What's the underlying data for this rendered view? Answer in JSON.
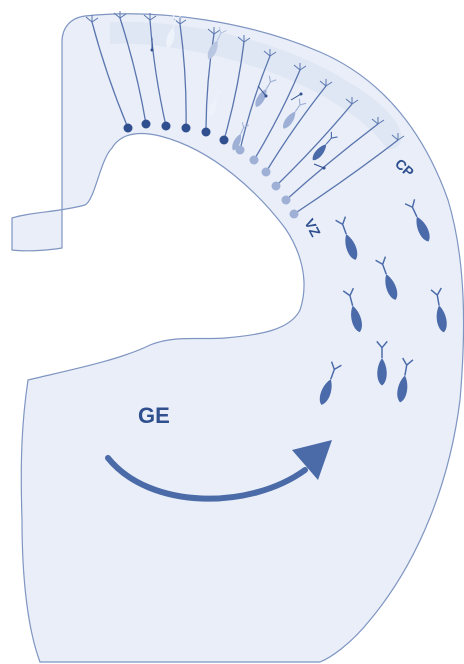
{
  "labels": {
    "ge": "GE",
    "vz": "VZ",
    "cp": "CP"
  },
  "colors": {
    "tissue_fill": "#e9eef8",
    "tissue_stroke": "#7f95c2",
    "cortex_band": "#dce5f3",
    "neuron": "#4a6aaa",
    "neuron_light": "#9eb0d6",
    "fiber": "#5a75ae",
    "arrow": "#4b6aa8",
    "label": "#2f4f8f"
  },
  "icons": {
    "migration_arrow": "curved-arrow-icon",
    "neuron": "neuron-icon"
  }
}
